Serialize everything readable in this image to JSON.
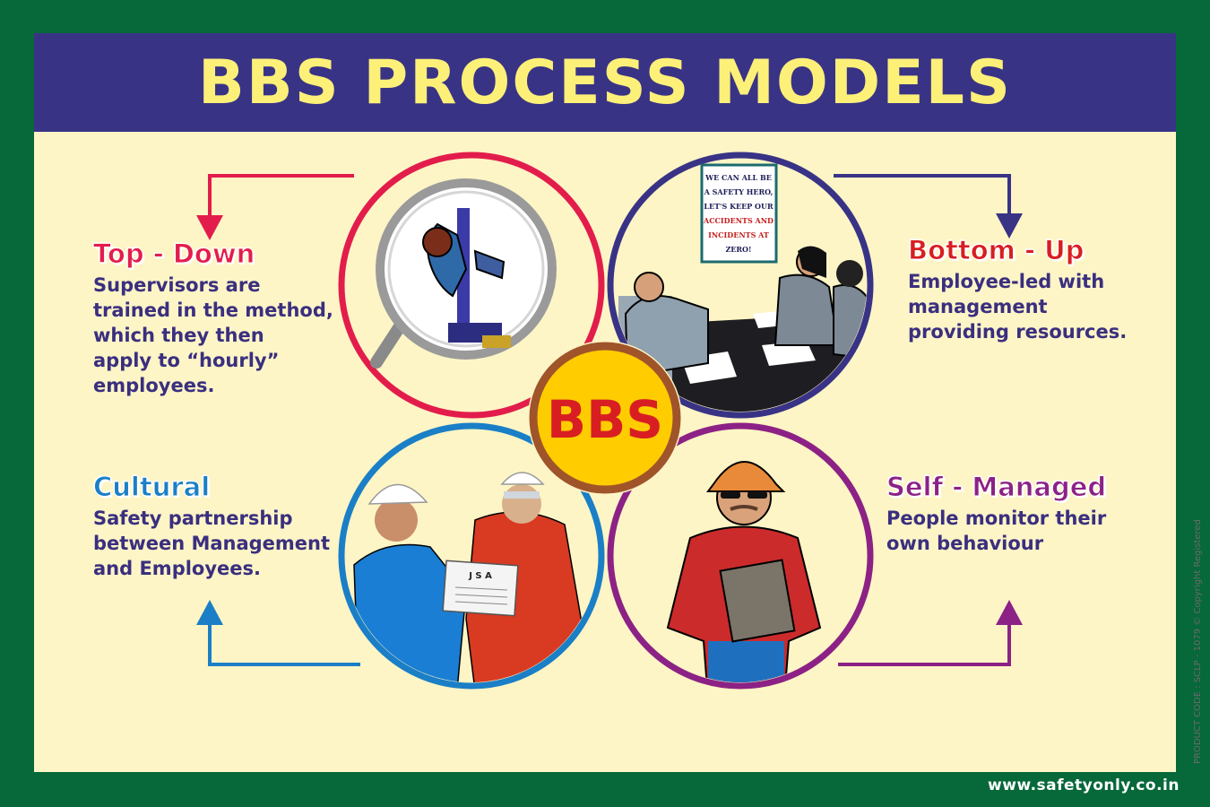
{
  "header": {
    "title": "BBS PROCESS MODELS"
  },
  "center": {
    "label": "BBS"
  },
  "models": [
    {
      "title": "Top - Down",
      "description": "Supervisors are\ntrained in the method,\nwhich they then\napply to “hourly”\nemployees.",
      "color": "#e31d4b"
    },
    {
      "title": "Bottom - Up",
      "description": "Employee-led with\nmanagement\nproviding resources.",
      "color": "#d81e22"
    },
    {
      "title": "Cultural",
      "description": "Safety partnership\nbetween Management\nand Employees.",
      "color": "#1a7fc6"
    },
    {
      "title": "Self - Managed",
      "description": "People monitor their\nown behaviour",
      "color": "#8c2285"
    }
  ],
  "poster_sign": {
    "line1": "WE CAN ALL BE",
    "line2": "A SAFETY HERO,",
    "line3": "LET'S KEEP OUR",
    "line4": "ACCIDENTS AND",
    "line5": "INCIDENTS AT",
    "line6": "ZERO!"
  },
  "jsa_sheet": {
    "label": "J S A"
  },
  "footer": {
    "website": "www.safetyonly.co.in",
    "copyright": "PRODUCT CODE : SCLP - 1079 © Copyright Registered"
  },
  "colors": {
    "background": "#07683a",
    "panel": "#fdf5c6",
    "header": "#393386",
    "header_text": "#fdf078",
    "top_down": "#e31d4b",
    "bottom_up": "#393386",
    "cultural": "#1a7fc6",
    "self_managed": "#8c2285",
    "center_fill": "#ffcc00",
    "center_ring": "#a0542a",
    "center_text": "#d81e22",
    "desc_text": "#3a2f7f"
  }
}
